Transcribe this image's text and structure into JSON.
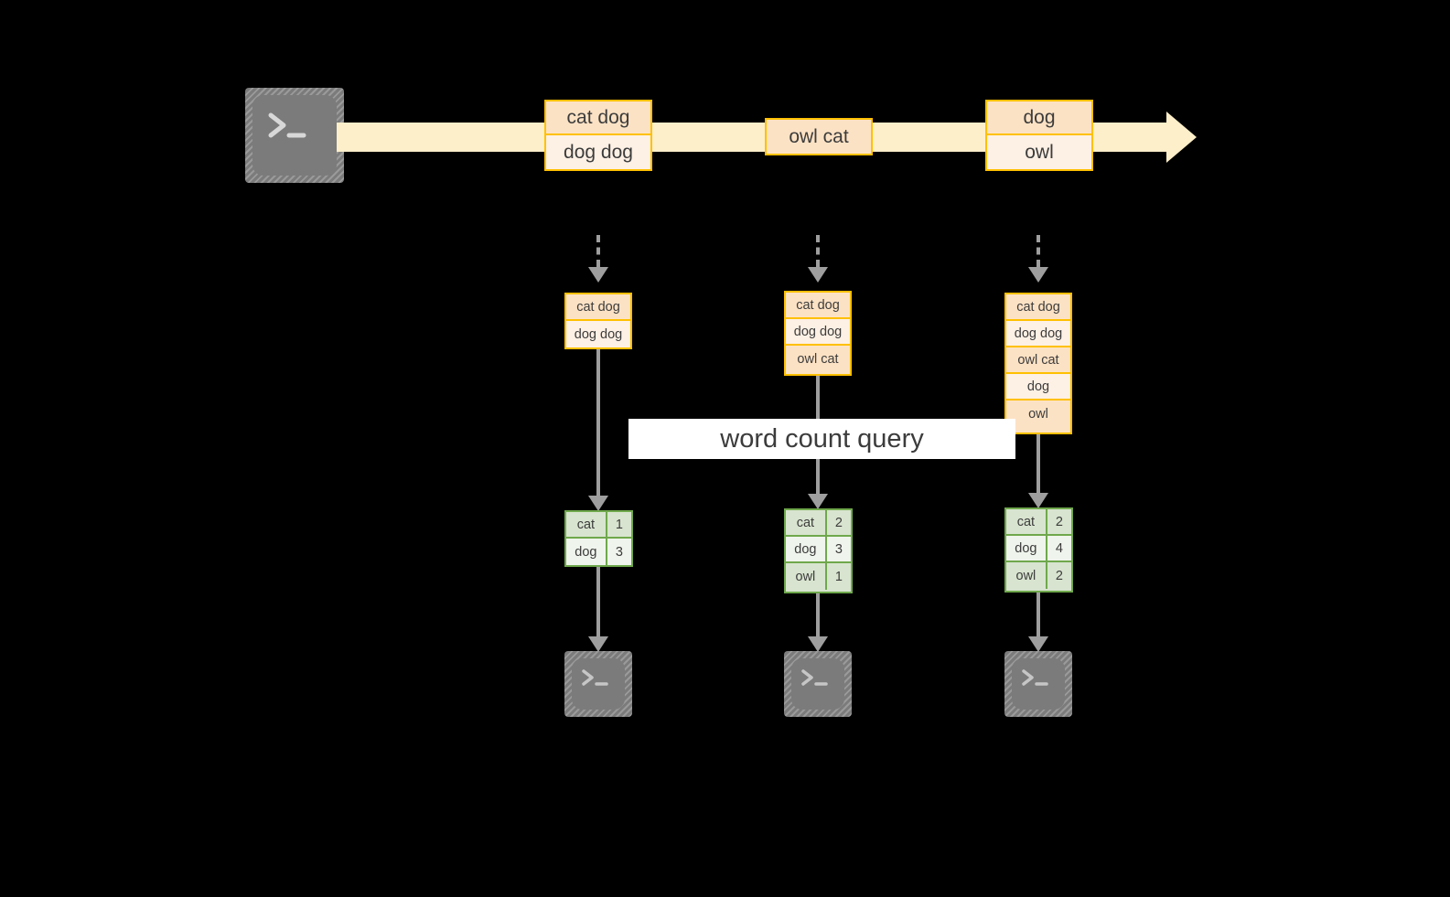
{
  "diagram": {
    "title_label": "word count query",
    "colors": {
      "stream_band": "#FDEFCA",
      "event_border": "#FFC000",
      "event_fill_dark": "#FCE2C4",
      "event_fill_light": "#FDF0E4",
      "table_border": "#6FA84C",
      "table_fill_dark": "#D8E4CF",
      "table_fill_light": "#EFF4EC",
      "arrow_gray": "#9E9E9E",
      "terminal_gray": "#7B7B7B",
      "background": "#000000"
    },
    "producer": {
      "icon": "terminal-icon"
    },
    "stream": {
      "events": [
        {
          "id": "event-group-1",
          "rows": [
            {
              "text": "cat dog",
              "shade": "dark"
            },
            {
              "text": "dog dog",
              "shade": "light"
            }
          ]
        },
        {
          "id": "event-group-2",
          "rows": [
            {
              "text": "owl cat",
              "shade": "dark"
            }
          ]
        },
        {
          "id": "event-group-3",
          "rows": [
            {
              "text": "dog",
              "shade": "dark"
            },
            {
              "text": "owl",
              "shade": "light"
            }
          ]
        }
      ]
    },
    "snapshots": [
      {
        "id": "snapshot-1",
        "input_rows": [
          {
            "text": "cat dog",
            "shade": "dark"
          },
          {
            "text": "dog dog",
            "shade": "light"
          }
        ],
        "result_rows": [
          {
            "word": "cat",
            "count": "1",
            "shade": "dark"
          },
          {
            "word": "dog",
            "count": "3",
            "shade": "light"
          }
        ],
        "consumer_icon": "terminal-icon"
      },
      {
        "id": "snapshot-2",
        "input_rows": [
          {
            "text": "cat dog",
            "shade": "dark"
          },
          {
            "text": "dog dog",
            "shade": "light"
          },
          {
            "text": "owl cat",
            "shade": "dark"
          }
        ],
        "result_rows": [
          {
            "word": "cat",
            "count": "2",
            "shade": "dark"
          },
          {
            "word": "dog",
            "count": "3",
            "shade": "light"
          },
          {
            "word": "owl",
            "count": "1",
            "shade": "dark"
          }
        ],
        "consumer_icon": "terminal-icon"
      },
      {
        "id": "snapshot-3",
        "input_rows": [
          {
            "text": "cat dog",
            "shade": "dark"
          },
          {
            "text": "dog dog",
            "shade": "light"
          },
          {
            "text": "owl cat",
            "shade": "dark"
          },
          {
            "text": "dog",
            "shade": "light"
          },
          {
            "text": "owl",
            "shade": "dark"
          }
        ],
        "result_rows": [
          {
            "word": "cat",
            "count": "2",
            "shade": "dark"
          },
          {
            "word": "dog",
            "count": "4",
            "shade": "light"
          },
          {
            "word": "owl",
            "count": "2",
            "shade": "dark"
          }
        ],
        "consumer_icon": "terminal-icon"
      }
    ]
  }
}
